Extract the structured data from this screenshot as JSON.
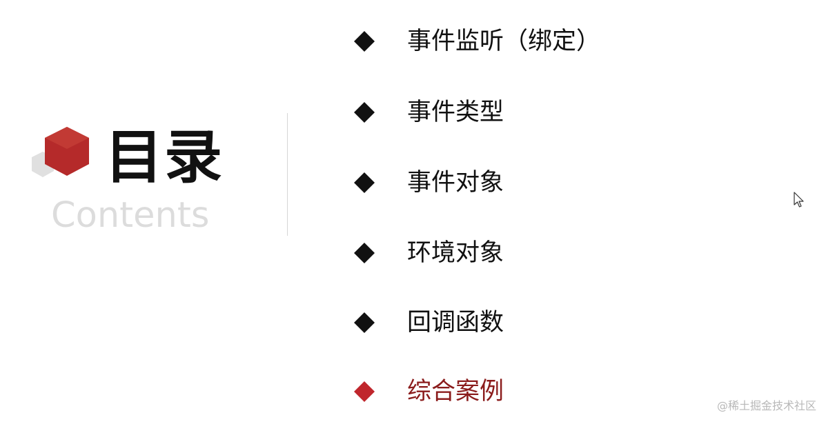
{
  "title": {
    "cn": "目录",
    "en": "Contents"
  },
  "agenda": {
    "items": [
      {
        "label": "事件监听（绑定）",
        "active": false
      },
      {
        "label": "事件类型",
        "active": false
      },
      {
        "label": "事件对象",
        "active": false
      },
      {
        "label": "环境对象",
        "active": false
      },
      {
        "label": "回调函数",
        "active": false
      },
      {
        "label": "综合案例",
        "active": true
      }
    ]
  },
  "watermark": "@稀土掘金技术社区",
  "colors": {
    "accent": "#b52a2a",
    "accent_text": "#8b1c1c",
    "bullet": "#111111",
    "cube_gray": "#e0e0e0",
    "subtitle_gray": "#dcdcdc"
  },
  "icons": {
    "logo": "hexagon-cubes-icon",
    "bullet": "diamond-bullet-icon",
    "cursor": "mouse-pointer-icon"
  }
}
